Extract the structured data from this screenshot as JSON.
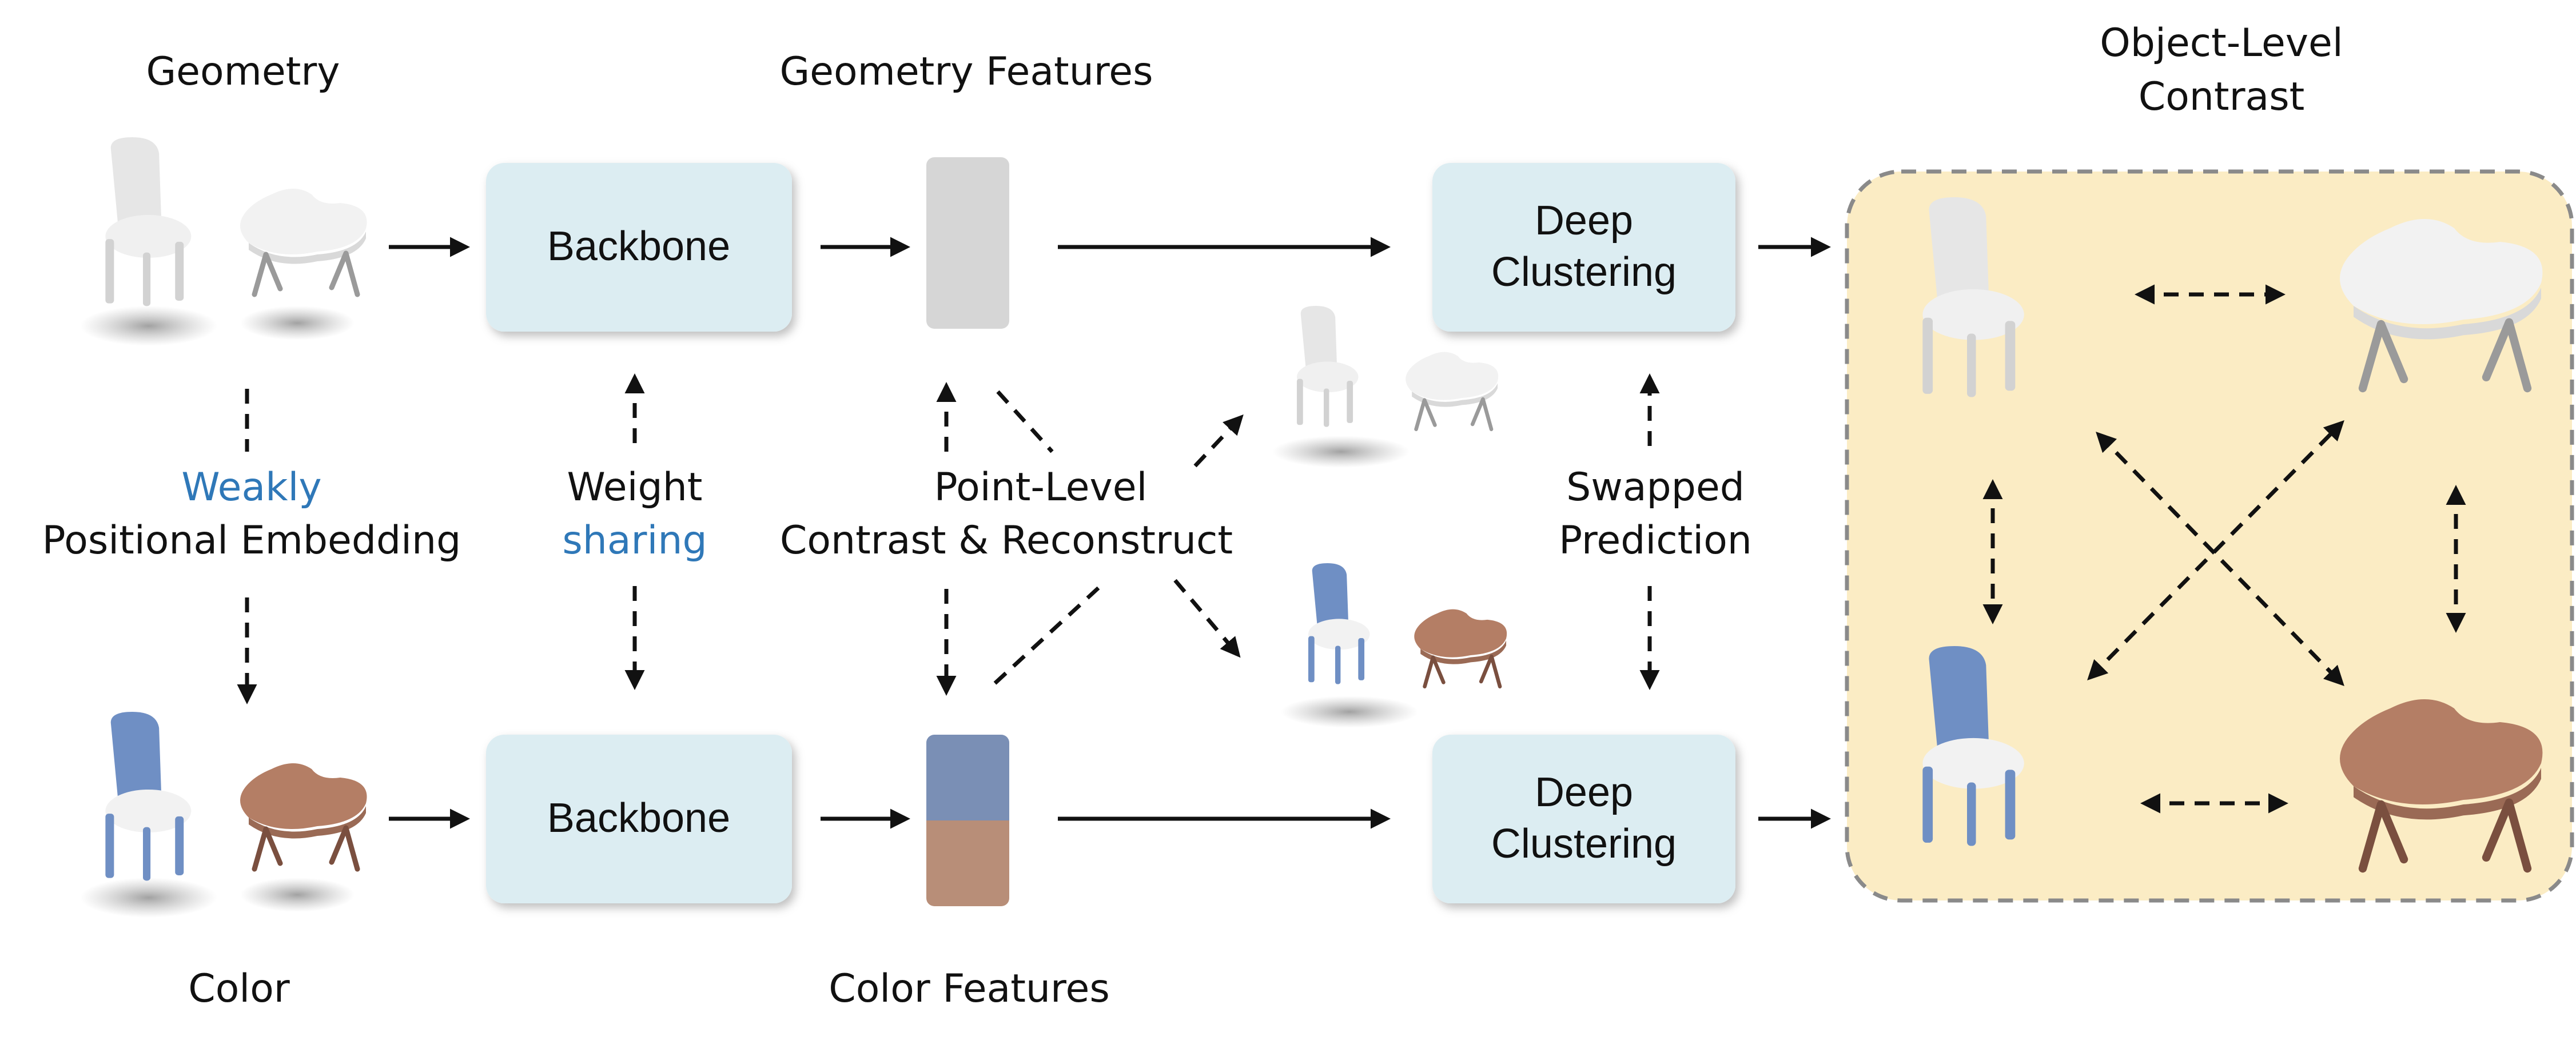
{
  "labels": {
    "geometry": "Geometry",
    "geometry_features": "Geometry Features",
    "object_level_line1": "Object-Level",
    "object_level_line2": "Contrast",
    "weakly": "Weakly",
    "positional_embedding": "Positional Embedding",
    "weight": "Weight",
    "sharing": "sharing",
    "point_level_line1": "Point-Level",
    "point_level_line2": "Contrast & Reconstruct",
    "swapped": "Swapped",
    "prediction": "Prediction",
    "color": "Color",
    "color_features": "Color Features"
  },
  "boxes": {
    "backbone_top": "Backbone",
    "backbone_bottom": "Backbone",
    "deep_clustering_top_line1": "Deep",
    "deep_clustering_top_line2": "Clustering",
    "deep_clustering_bottom_line1": "Deep",
    "deep_clustering_bottom_line2": "Clustering"
  },
  "colors": {
    "box_fill": "#dcedf2",
    "geometry_feature": "#d6d6d6",
    "color_feature_top": "#7a8fb5",
    "color_feature_bottom": "#b88e78",
    "object_panel": "#fbecc4",
    "blue_text": "#2f78b8",
    "chair_blue": "#6f8fc4",
    "table_brown": "#b47e65",
    "white_mesh": "#f2f2f2"
  },
  "icons": [
    "chair-geometry-icon",
    "table-geometry-icon",
    "chair-color-icon",
    "table-color-icon"
  ]
}
